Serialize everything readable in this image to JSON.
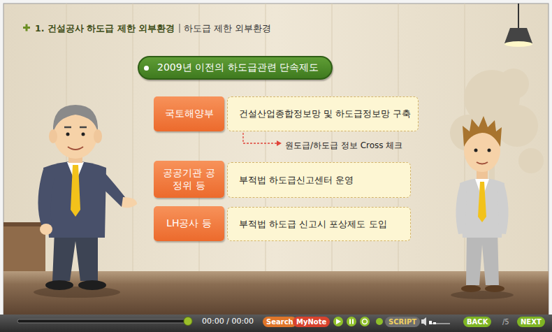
{
  "diagram": {
    "title": "2009년 이전의 하도급관련 단속제도",
    "nodes": [
      {
        "text": [
          "국토해양부"
        ]
      },
      {
        "text": [
          "건설산업종합정보망 및 하도급정보망 구축"
        ]
      },
      {
        "text": [
          "공공기관 공정위 등"
        ]
      },
      {
        "text": [
          "부적법 하도급신고센터 운영"
        ]
      },
      {
        "text": [
          "LH공사 등"
        ]
      },
      {
        "text": [
          "부적법 하도급 신고시 포상제도 도입"
        ]
      }
    ],
    "labels": [
      "1. 건설공사 하도급 제한 외부환경",
      "하도급 제한 외부환경",
      "원도급/하도급 정보 Cross 체크",
      "00:00 / 00:00",
      "Search",
      "MyNote",
      "SCRIPT",
      "BACK",
      "/5",
      "NEXT"
    ]
  }
}
